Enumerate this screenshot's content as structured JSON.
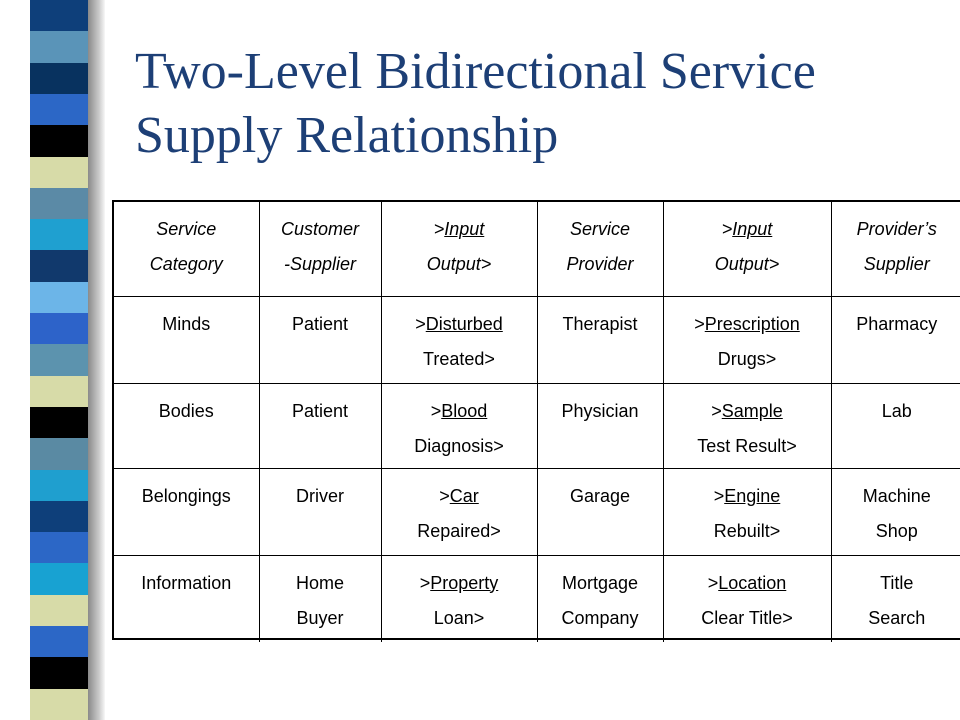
{
  "slide": {
    "title_line1": "Two-Level Bidirectional Service",
    "title_line2": "Supply Relationship"
  },
  "decoration": {
    "stripe_colors": [
      "#0e3f7a",
      "#5a94b8",
      "#08325f",
      "#2c67c6",
      "#000000",
      "#d7dba8",
      "#5b8aa6",
      "#1fa0d0",
      "#11396c",
      "#6cb5e8",
      "#2d63c9",
      "#5c93ae",
      "#d7dba8",
      "#000000",
      "#5a8aa3",
      "#1f9fcf",
      "#0e3f7a",
      "#2c67c6",
      "#18a2d2",
      "#d7dba8",
      "#2c67c6",
      "#000000",
      "#d7dba8"
    ]
  },
  "table": {
    "header": {
      "service_category": [
        "Service",
        "Category"
      ],
      "customer_supplier": [
        "Customer",
        "-Supplier"
      ],
      "io1": {
        "pre": ">",
        "ul": "Input",
        "line2": "Output>"
      },
      "service_provider": [
        "Service",
        "Provider"
      ],
      "io2": {
        "pre": ">",
        "ul": "Input",
        "line2": "Output>"
      },
      "providers_supplier": [
        "Provider’s",
        "Supplier"
      ]
    },
    "rows": [
      {
        "category": "Minds",
        "customer": [
          "Patient"
        ],
        "io1": {
          "pre": ">",
          "ul": "Disturbed",
          "line2": "Treated>"
        },
        "provider": [
          "Therapist"
        ],
        "io2": {
          "pre": ">",
          "ul": "Prescription",
          "line2": "Drugs>"
        },
        "supplier": [
          "Pharmacy"
        ]
      },
      {
        "category": "Bodies",
        "customer": [
          "Patient"
        ],
        "io1": {
          "pre": ">",
          "ul": "Blood",
          "line2": "Diagnosis>"
        },
        "provider": [
          "Physician"
        ],
        "io2": {
          "pre": ">",
          "ul": "Sample",
          "line2": "Test Result>"
        },
        "supplier": [
          "Lab"
        ]
      },
      {
        "category": "Belongings",
        "customer": [
          "Driver"
        ],
        "io1": {
          "pre": ">",
          "ul": "Car",
          "line2": "Repaired>"
        },
        "provider": [
          "Garage"
        ],
        "io2": {
          "pre": ">",
          "ul": "Engine",
          "line2": "Rebuilt>"
        },
        "supplier": [
          "Machine",
          "Shop"
        ]
      },
      {
        "category": "Information",
        "customer": [
          "Home",
          "Buyer"
        ],
        "io1": {
          "pre": ">",
          "ul": "Property",
          "line2": "Loan>"
        },
        "provider": [
          "Mortgage",
          "Company"
        ],
        "io2": {
          "pre": ">",
          "ul": "Location",
          "line2": "Clear Title>"
        },
        "supplier": [
          "Title",
          "Search"
        ]
      }
    ]
  }
}
